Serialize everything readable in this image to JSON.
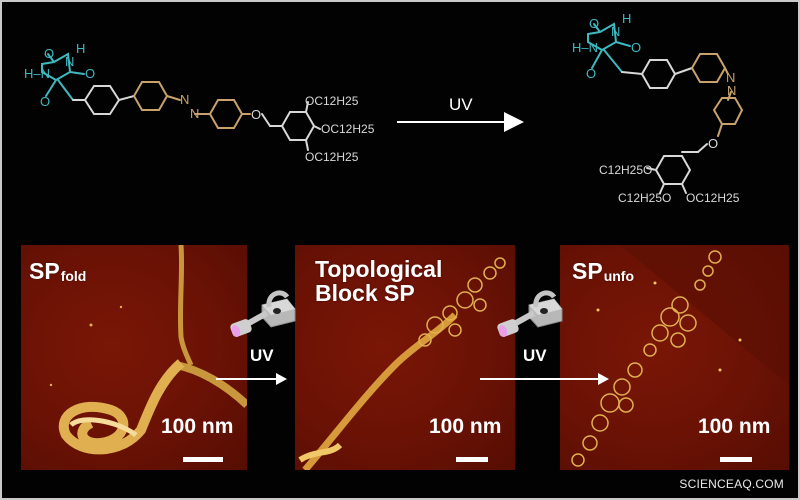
{
  "colors": {
    "background": "#020202",
    "barbiturate": "#3fb8c0",
    "azobenzene": "#c9a26b",
    "skeleton": "#d8d8d8",
    "afm_background": "#6a1205",
    "fiber": "#e0b050",
    "uv_lens": "#e8a0e8"
  },
  "scheme": {
    "arrow_label": "UV",
    "trans_molecule": {
      "name": "trans-azobenzene barbiturate monomer",
      "labels": {
        "o_top": "O",
        "h_top": "H",
        "n_top": "N",
        "hn_left": "H–N",
        "o_right": "O",
        "o_bottom": "O",
        "n_azo_1": "N",
        "n_azo_2": "N",
        "o_ether": "O",
        "chain_1": "OC12H25",
        "chain_2": "OC12H25",
        "chain_3": "OC12H25"
      }
    },
    "cis_molecule": {
      "name": "cis-azobenzene barbiturate monomer",
      "labels": {
        "o_top": "O",
        "h_top": "H",
        "n_top": "N",
        "hn_left": "H–N",
        "o_right": "O",
        "o_bottom": "O",
        "n_azo_1": "N",
        "n_azo_2": "N",
        "o_ether": "O",
        "chain_1": "C12H25O",
        "chain_2": "C12H25O",
        "chain_3": "OC12H25"
      }
    }
  },
  "panels": [
    {
      "id": "sp-fold",
      "title_main": "SP",
      "title_sub": "fold",
      "scale_label": "100 nm"
    },
    {
      "id": "topological-block-sp",
      "title_line1": "Topological",
      "title_line2": "Block SP",
      "scale_label": "100 nm"
    },
    {
      "id": "sp-unfo",
      "title_main": "SP",
      "title_sub": "unfo",
      "scale_label": "100 nm"
    }
  ],
  "transitions": [
    {
      "label": "UV",
      "icon": "uv-lamp-icon"
    },
    {
      "label": "UV",
      "icon": "uv-lamp-icon"
    }
  ],
  "watermark": "SCIENCEAQ.COM"
}
